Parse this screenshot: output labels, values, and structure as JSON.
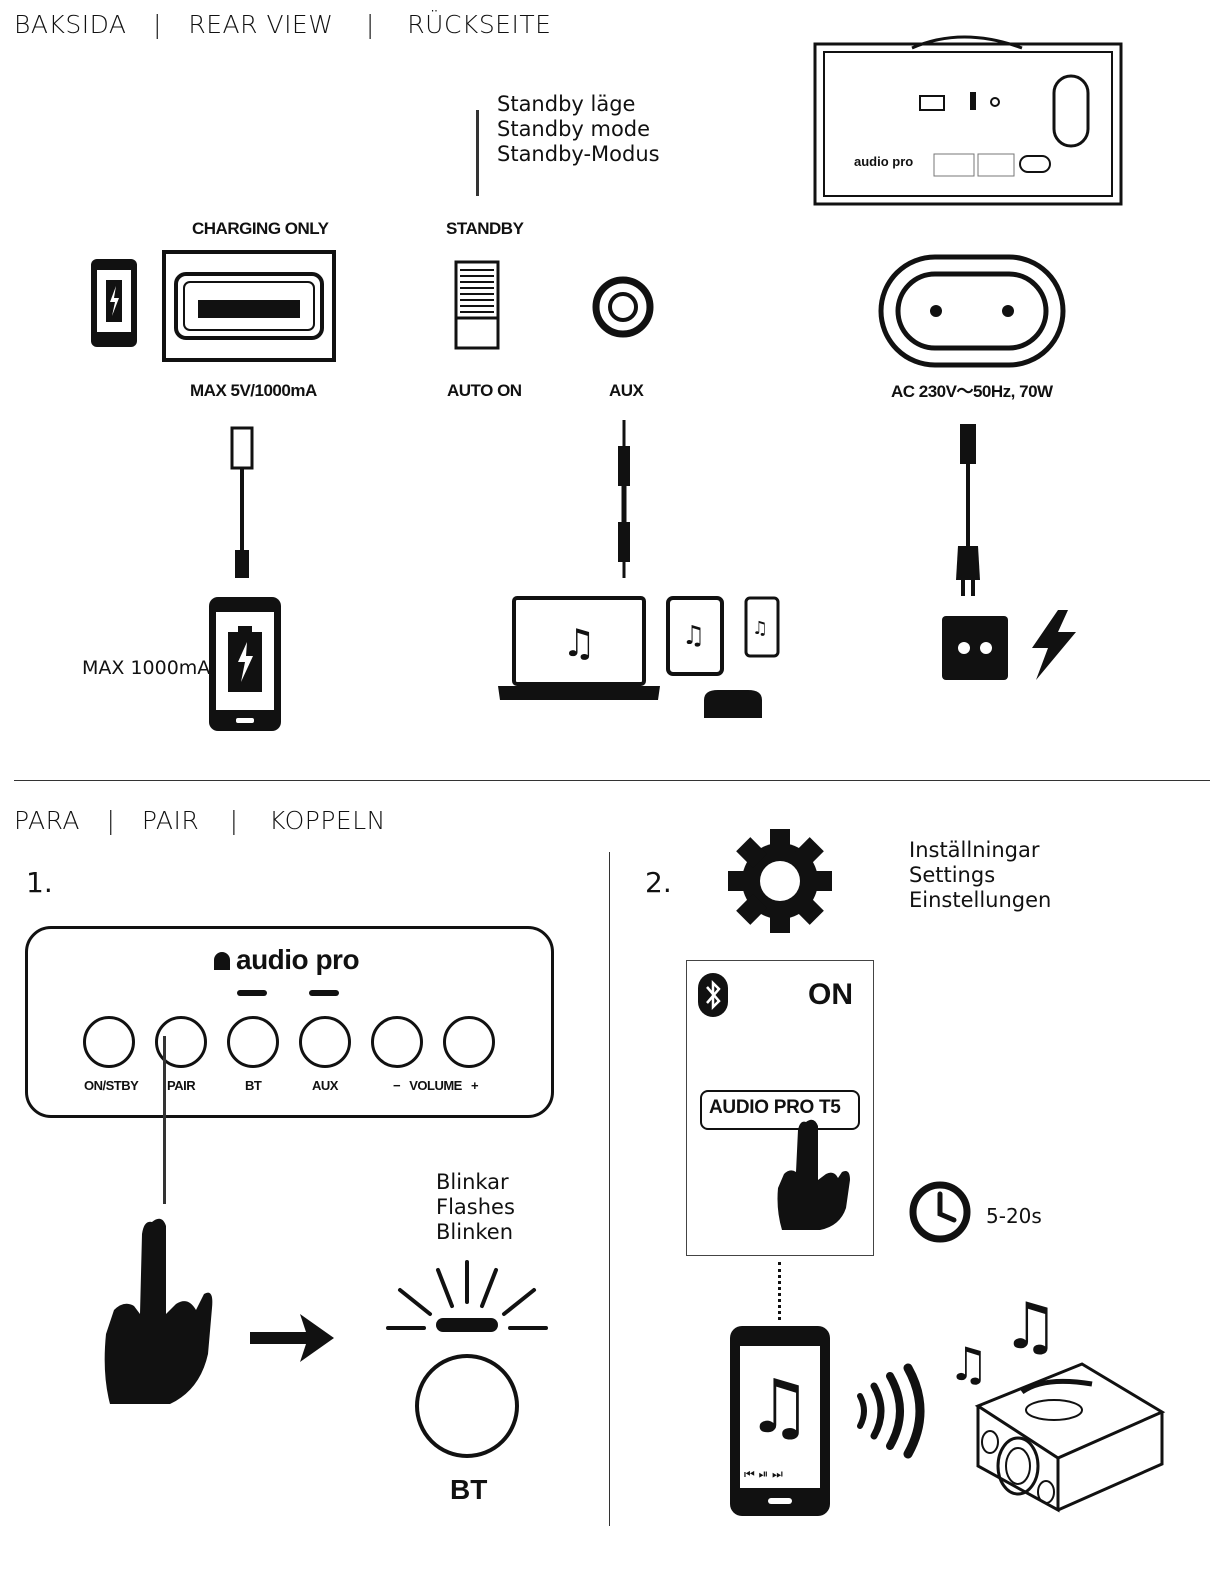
{
  "rear": {
    "header": {
      "p1": "BAKSIDA",
      "p2": "REAR VIEW",
      "p3": "RÜCKSEITE",
      "sep": "|"
    },
    "standby_mode": [
      "Standby läge",
      "Standby mode",
      "Standby-Modus"
    ],
    "charging_only": "CHARGING ONLY",
    "max_usb": "MAX 5V/1000mA",
    "standby": "STANDBY",
    "auto_on": "AUTO ON",
    "aux": "AUX",
    "ac": "AC 230V～50Hz, 70W",
    "max_phone": "MAX 1000mA",
    "device_brand": "audio pro"
  },
  "pair": {
    "header": {
      "p1": "PARA",
      "p2": "PAIR",
      "p3": "KOPPELN",
      "sep": "|"
    },
    "step1": "1.",
    "step2": "2.",
    "brand": "audio pro",
    "buttons": [
      "ON/STBY",
      "PAIR",
      "BT",
      "AUX"
    ],
    "volume_minus": "−",
    "volume_label": "VOLUME",
    "volume_plus": "+",
    "flashes": [
      "Blinkar",
      "Flashes",
      "Blinken"
    ],
    "bt": "BT",
    "settings": [
      "Inställningar",
      "Settings",
      "Einstellungen"
    ],
    "bt_state": "ON",
    "device_name": "AUDIO PRO T5",
    "wait": "5-20s"
  },
  "icons": [
    "battery-icon",
    "music-note-icon",
    "power-outlet-icon",
    "lightning-icon",
    "gear-icon",
    "bluetooth-icon",
    "clock-icon",
    "hand-icon",
    "arrow-right-icon",
    "wifi-waves-icon"
  ]
}
